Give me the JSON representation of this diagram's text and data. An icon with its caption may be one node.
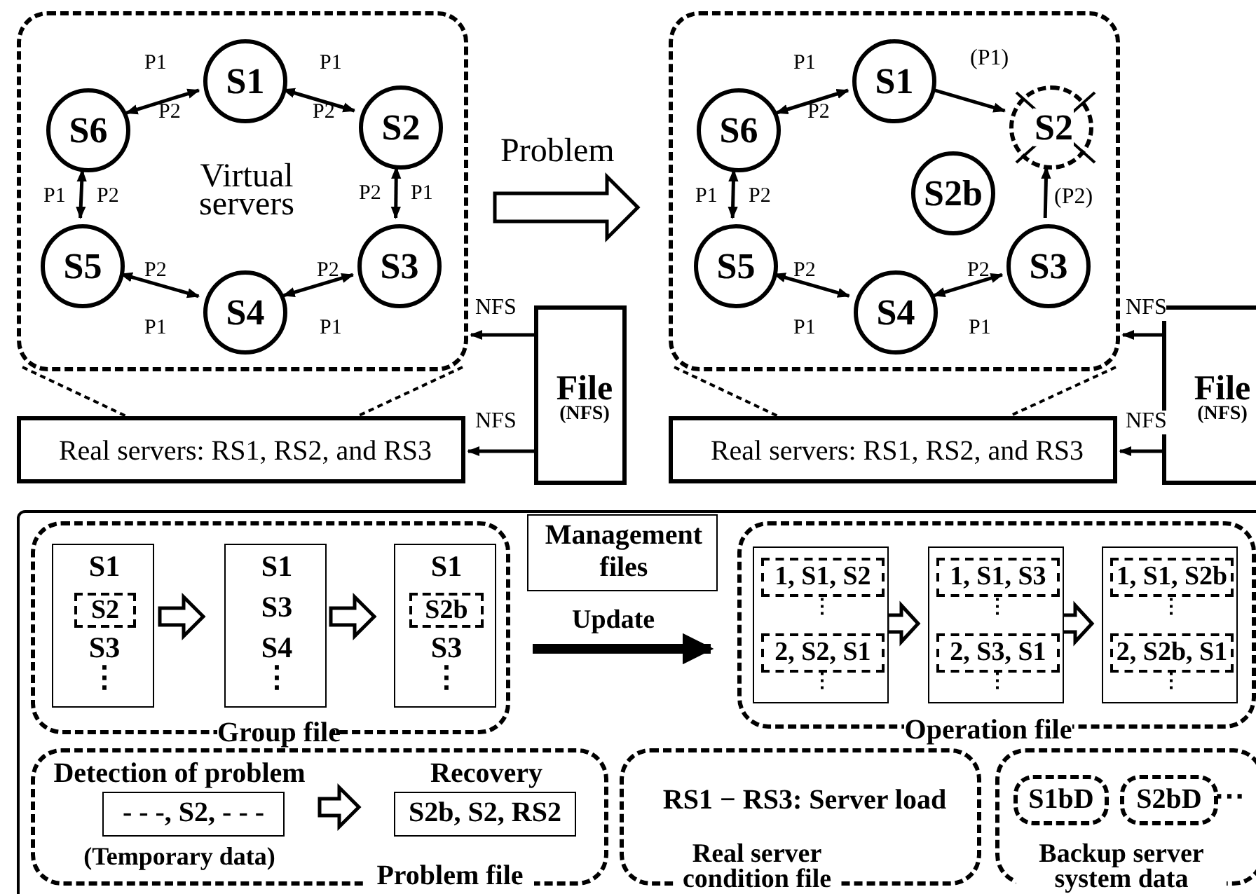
{
  "diagram": {
    "nodes": [
      {
        "text": [
          "Virtual servers"
        ]
      },
      {
        "text": [
          "S1"
        ],
        "in": 0
      },
      {
        "text": [
          "S2"
        ],
        "in": 0
      },
      {
        "text": [
          "S3"
        ],
        "in": 0
      },
      {
        "text": [
          "S4"
        ],
        "in": 0
      },
      {
        "text": [
          "S5"
        ],
        "in": 0
      },
      {
        "text": [
          "S6"
        ],
        "in": 0
      },
      {
        "text": [],
        "shape": "box"
      },
      {
        "text": [
          "S1"
        ],
        "in": 7
      },
      {
        "text": [
          "S2"
        ],
        "in": 7
      },
      {
        "text": [
          "S2b"
        ],
        "in": 7
      },
      {
        "text": [
          "S3"
        ],
        "in": 7
      },
      {
        "text": [
          "S4"
        ],
        "in": 7
      },
      {
        "text": [
          "S5"
        ],
        "in": 7
      },
      {
        "text": [
          "S6"
        ],
        "in": 7
      },
      {
        "text": [
          "Real servers: RS1, RS2, and RS3"
        ]
      },
      {
        "text": [
          "File",
          "(NFS)"
        ]
      },
      {
        "text": [
          "Real servers: RS1, RS2, and RS3"
        ]
      },
      {
        "text": [
          "File",
          "(NFS)"
        ]
      },
      {
        "text": [],
        "shape": "box"
      },
      {
        "text": [
          "Management files"
        ],
        "in": 19
      },
      {
        "text": [
          "Group file"
        ],
        "in": 19
      },
      {
        "text": [
          "S1",
          "S3",
          "⋮"
        ],
        "in": 21
      },
      {
        "text": [
          "S2"
        ],
        "in": 22
      },
      {
        "text": [
          "S1",
          "S3",
          "S4",
          "⋮"
        ],
        "in": 21
      },
      {
        "text": [
          "S1",
          "S3",
          "⋮"
        ],
        "in": 21
      },
      {
        "text": [
          "S2b"
        ],
        "in": 25
      },
      {
        "text": [
          "Operation file"
        ],
        "in": 19
      },
      {
        "text": [
          "⋮",
          "⋮"
        ],
        "in": 27
      },
      {
        "text": [
          "1, S1, S2"
        ],
        "in": 28
      },
      {
        "text": [
          "2, S2, S1"
        ],
        "in": 28
      },
      {
        "text": [
          "⋮",
          "⋮"
        ],
        "in": 27
      },
      {
        "text": [
          "1, S1, S3"
        ],
        "in": 31
      },
      {
        "text": [
          "2, S3, S1"
        ],
        "in": 31
      },
      {
        "text": [
          "⋮",
          "⋮"
        ],
        "in": 27
      },
      {
        "text": [
          "1, S1, S2b"
        ],
        "in": 34
      },
      {
        "text": [
          "2, S2b, S1"
        ],
        "in": 34
      },
      {
        "text": [
          "Problem file"
        ],
        "in": 19
      },
      {
        "text": [
          "Detection of problem",
          "- - -, S2, - - -",
          "(Temporary data)"
        ],
        "in": 37
      },
      {
        "text": [
          "Recovery",
          "S2b, S2, RS2"
        ],
        "in": 37
      },
      {
        "text": [
          "RS1 − RS3: Server load",
          "Real server condition file"
        ],
        "in": 19
      },
      {
        "text": [
          "Backup server system data"
        ],
        "in": 19
      },
      {
        "text": [
          "S1bD"
        ],
        "in": 41
      },
      {
        "text": [
          "S2bD"
        ],
        "in": 41
      }
    ],
    "edges": [
      {
        "from": 6,
        "to": 1,
        "arrow": "both"
      },
      {
        "from": 1,
        "to": 2,
        "arrow": "both"
      },
      {
        "from": 2,
        "to": 3,
        "arrow": "both"
      },
      {
        "from": 3,
        "to": 4,
        "arrow": "both"
      },
      {
        "from": 4,
        "to": 5,
        "arrow": "both"
      },
      {
        "from": 5,
        "to": 6,
        "arrow": "both"
      },
      {
        "from": 14,
        "to": 8,
        "arrow": "both"
      },
      {
        "from": 8,
        "to": 9,
        "arrow": "to",
        "label": "(P1)"
      },
      {
        "from": 11,
        "to": 9,
        "arrow": "to",
        "label": "(P2)"
      },
      {
        "from": 11,
        "to": 12,
        "arrow": "both"
      },
      {
        "from": 12,
        "to": 13,
        "arrow": "both"
      },
      {
        "from": 13,
        "to": 14,
        "arrow": "both"
      },
      {
        "from": 0,
        "to": 7,
        "arrow": "to",
        "label": "Problem",
        "style": "thick"
      },
      {
        "from": 16,
        "to": 0,
        "arrow": "to",
        "label": "NFS"
      },
      {
        "from": 16,
        "to": 15,
        "arrow": "to",
        "label": "NFS"
      },
      {
        "from": 18,
        "to": 7,
        "arrow": "to",
        "label": "NFS"
      },
      {
        "from": 18,
        "to": 17,
        "arrow": "to",
        "label": "NFS"
      },
      {
        "from": 0,
        "to": 15,
        "arrow": "none",
        "style": "dashed"
      },
      {
        "from": 0,
        "to": 15,
        "arrow": "none",
        "style": "dashed"
      },
      {
        "from": 7,
        "to": 17,
        "arrow": "none",
        "style": "dashed"
      },
      {
        "from": 7,
        "to": 17,
        "arrow": "none",
        "style": "dashed"
      },
      {
        "from": 22,
        "to": 24,
        "arrow": "to",
        "style": "thick"
      },
      {
        "from": 24,
        "to": 25,
        "arrow": "to",
        "style": "thick"
      },
      {
        "from": 21,
        "to": 27,
        "arrow": "to",
        "label": "Update",
        "style": "thick"
      },
      {
        "from": 28,
        "to": 31,
        "arrow": "to",
        "style": "thick"
      },
      {
        "from": 31,
        "to": 34,
        "arrow": "to",
        "style": "thick"
      },
      {
        "from": 38,
        "to": 39,
        "arrow": "to",
        "style": "thick"
      }
    ],
    "labels": [
      "P1",
      "P2",
      "P1",
      "P2",
      "P1",
      "P2",
      "P2",
      "P1",
      "P2",
      "P1",
      "P2",
      "P1",
      "P1",
      "P2",
      "P1",
      "P2",
      "P2",
      "P1",
      "P2",
      "P1",
      "⋯"
    ]
  }
}
